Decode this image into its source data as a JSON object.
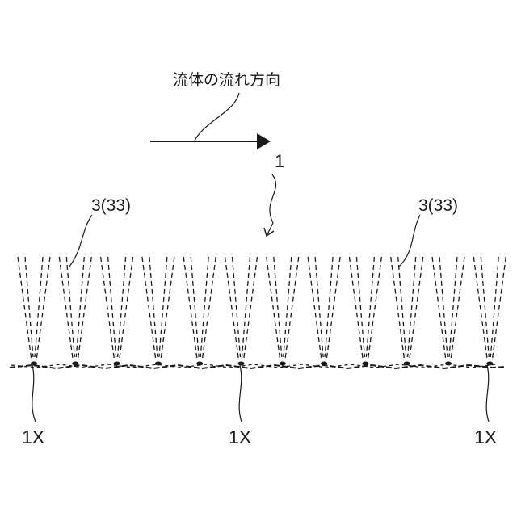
{
  "labels": {
    "flow_direction": "流体の流れ方向",
    "member_ref": "1",
    "fiber_ref_left": "3(33)",
    "fiber_ref_right": "3(33)",
    "base_ref_left": "1X",
    "base_ref_center": "1X",
    "base_ref_right": "1X"
  },
  "colors": {
    "line": "#1a1a1a",
    "background": "#ffffff"
  },
  "fiber_loop_count": 12
}
